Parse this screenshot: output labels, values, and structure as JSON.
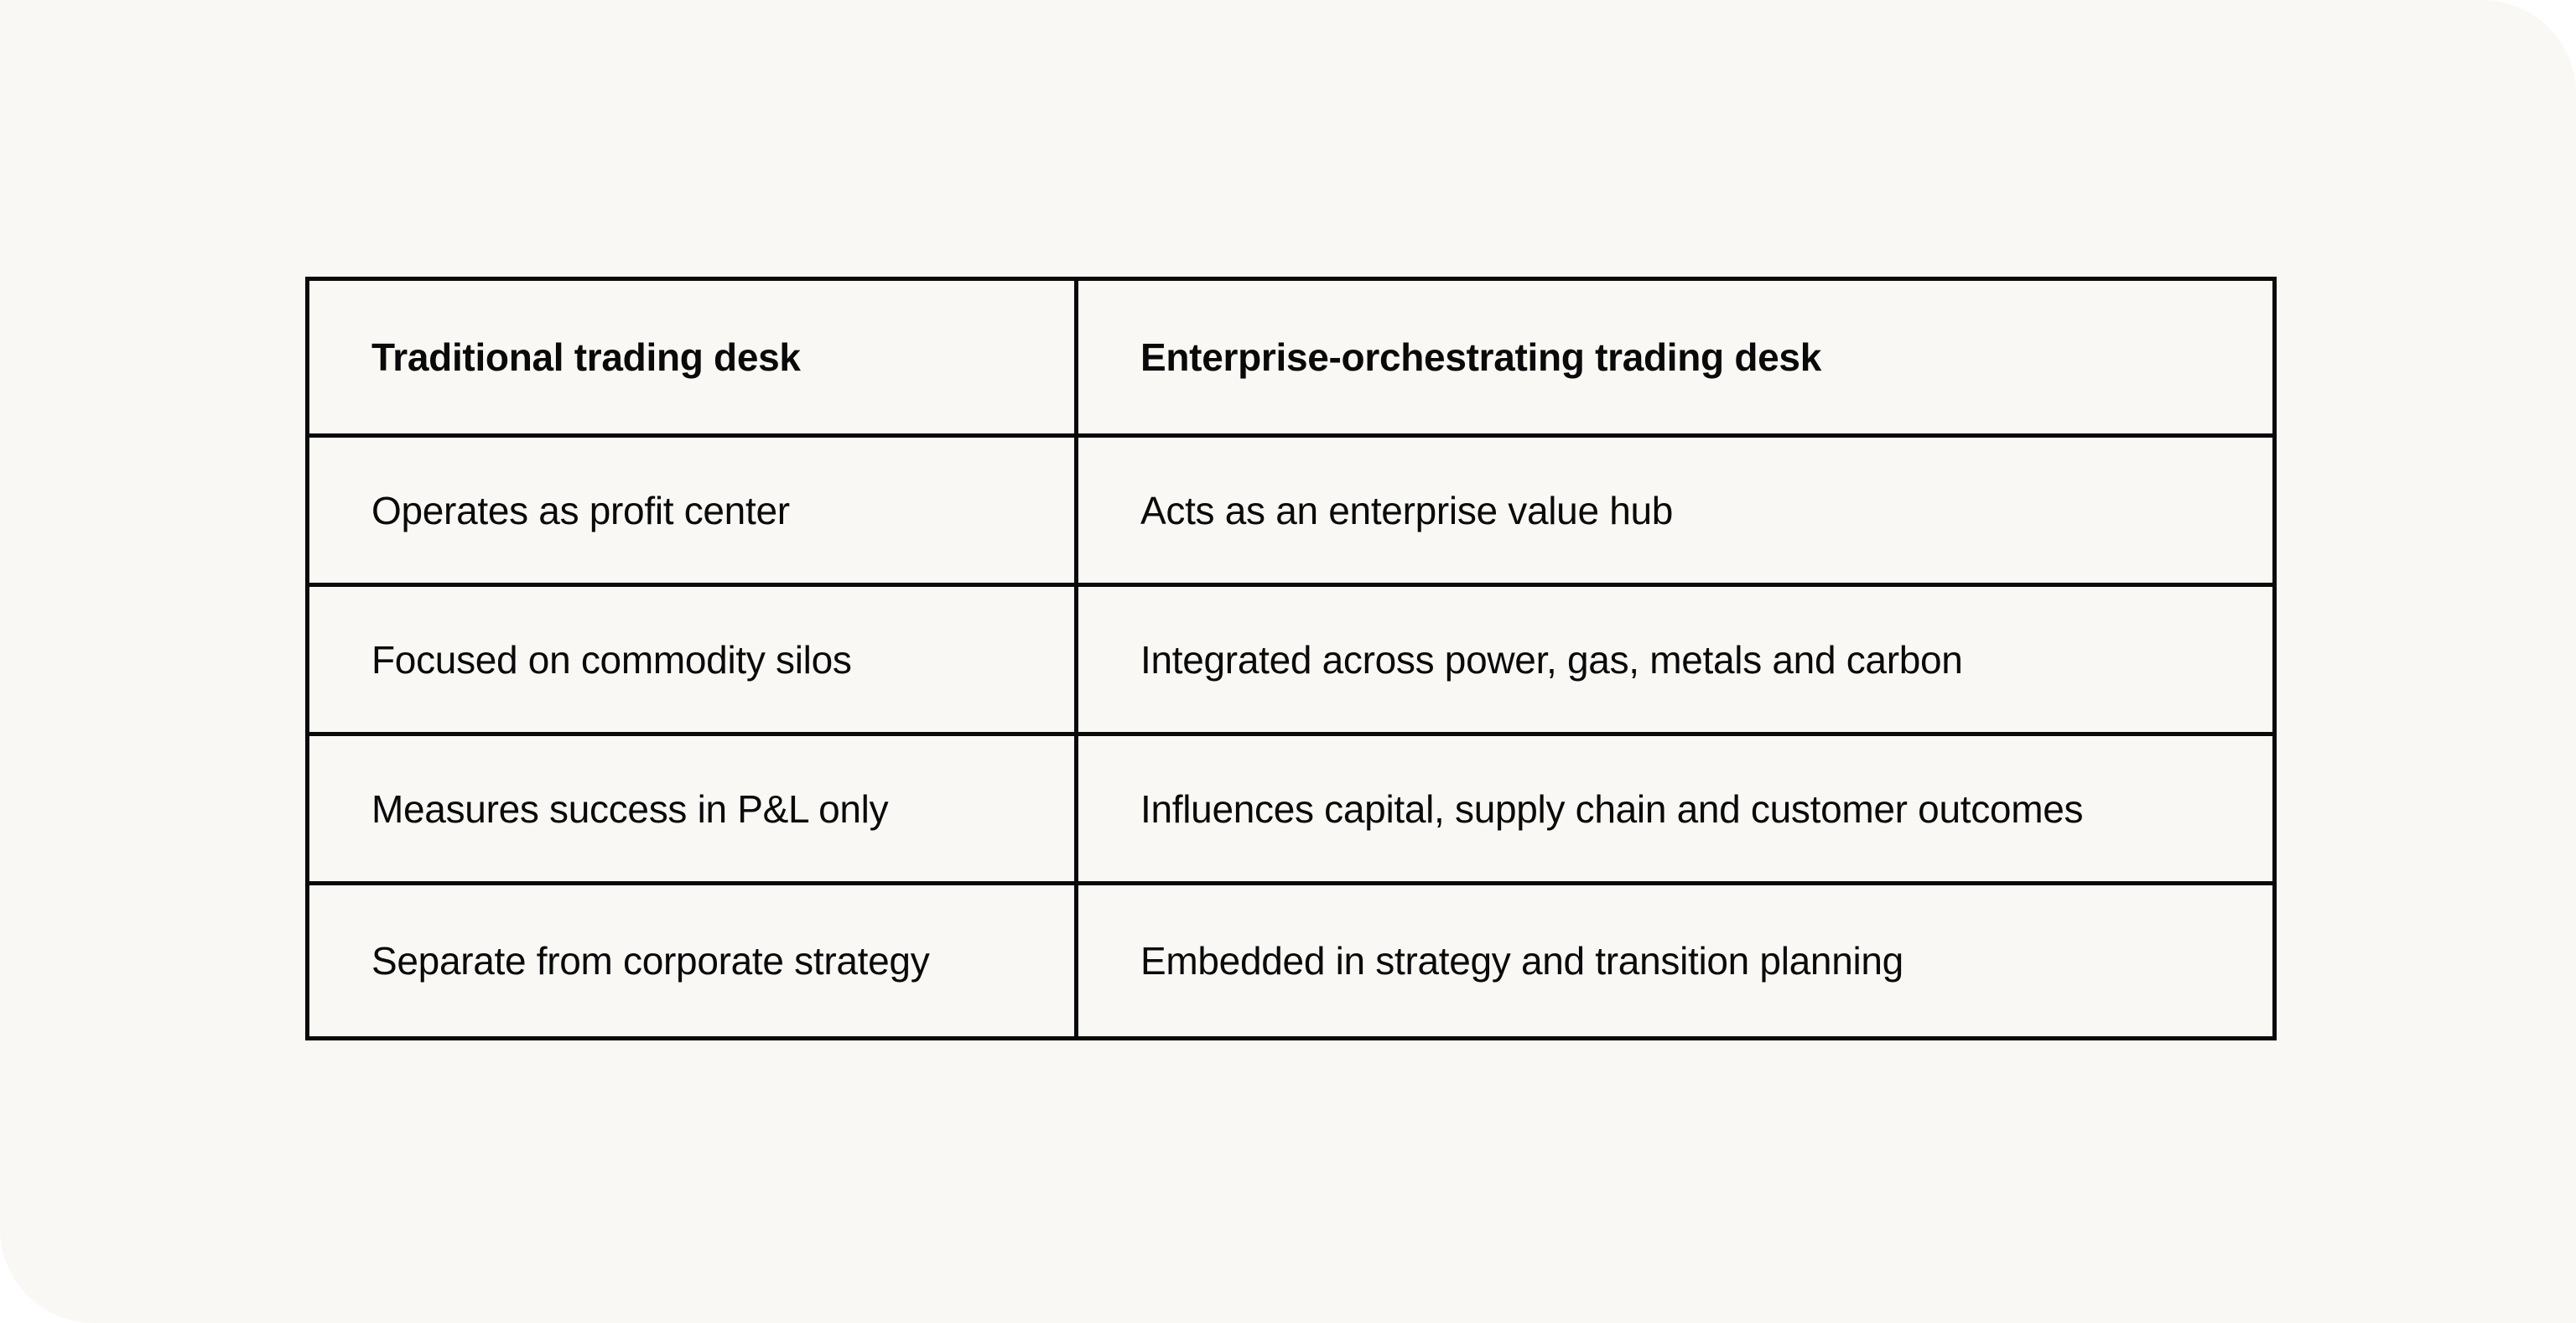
{
  "background_color": "#F9F8F5",
  "border_color": "#0a0a0a",
  "table": {
    "headers": [
      "Traditional trading desk",
      "Enterprise-orchestrating trading desk"
    ],
    "rows": [
      [
        "Operates as profit center",
        "Acts as an enterprise value hub"
      ],
      [
        "Focused on commodity silos",
        "Integrated across power, gas, metals and carbon"
      ],
      [
        "Measures success in P&L only",
        "Influences capital, supply chain and customer outcomes"
      ],
      [
        "Separate from corporate strategy",
        "Embedded in strategy and transition planning"
      ]
    ]
  }
}
